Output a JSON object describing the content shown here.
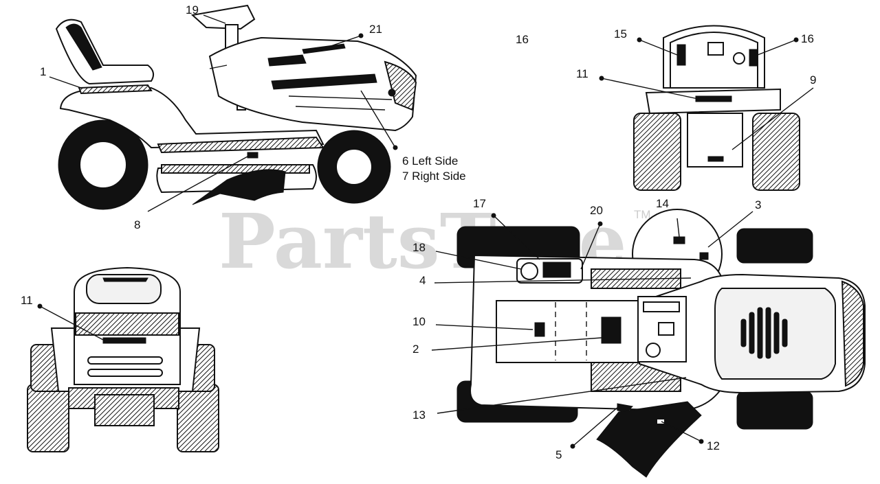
{
  "watermark": "PartsTree",
  "watermark_tm": "TM",
  "callouts": {
    "c1": "1",
    "c2": "2",
    "c3": "3",
    "c4": "4",
    "c5": "5",
    "c6": "6 Left Side",
    "c7": "7 Right Side",
    "c8": "8",
    "c9": "9",
    "c10": "10",
    "c11_front": "11",
    "c11_rear": "11",
    "c12": "12",
    "c13": "13",
    "c14": "14",
    "c15": "15",
    "c16_top": "16",
    "c16": "16",
    "c17": "17",
    "c18": "18",
    "c19": "19",
    "c20": "20",
    "c21": "21"
  },
  "colors": {
    "line": "#111111",
    "fill": "#ffffff",
    "watermark": "#d9d9d9"
  }
}
